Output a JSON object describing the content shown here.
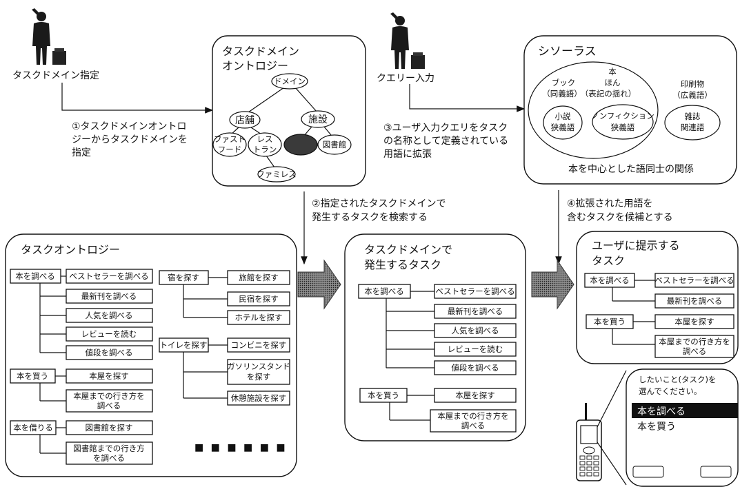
{
  "user1": {
    "label": "タスクドメイン指定"
  },
  "user2": {
    "label": "クエリー入力"
  },
  "steps": {
    "s1": [
      "①タスクドメインオントロ",
      "ジーからタスクドメインを",
      "指定"
    ],
    "s2": [
      "②指定されたタスクドメインで",
      "発生するタスクを検索する"
    ],
    "s3": [
      "③ユーザ入力クエリをタスク",
      "の名称として定義されている",
      "用語に拡張"
    ],
    "s4": [
      "④拡張された用語を",
      "含むタスクを候補とする"
    ]
  },
  "domain_ontology": {
    "title": [
      "タスクドメイン",
      "オントロジー"
    ],
    "nodes": {
      "root": "ドメイン",
      "store": "店舗",
      "facility": "施設",
      "fastfood": [
        "ファスト",
        "フード"
      ],
      "restaurant": [
        "レス",
        "トラン"
      ],
      "library": "図書館",
      "family": "ファミレス"
    }
  },
  "thesaurus": {
    "title": "シソーラス",
    "book": [
      "本",
      "ほん",
      "（表記の揺れ）"
    ],
    "bukku": [
      "ブック",
      "（同義語）"
    ],
    "novel": [
      "小説",
      "狭義語"
    ],
    "nonfiction": [
      "ノンフィクション",
      "狭義語"
    ],
    "print": [
      "印刷物",
      "（広義語）"
    ],
    "magazine": [
      "雑誌",
      "関連語"
    ],
    "caption": "本を中心とした語同士の関係"
  },
  "task_ontology": {
    "title": "タスクオントロジー",
    "g1_parent": "本を調べる",
    "g1": [
      "ベストセラーを調べる",
      "最新刊を調べる",
      "人気を調べる",
      "レビューを読む",
      "値段を調べる"
    ],
    "g2_parent": "本を買う",
    "g2": [
      "本屋を探す",
      [
        "本屋までの行き方を",
        "調べる"
      ]
    ],
    "g3_parent": "本を借りる",
    "g3": [
      "図書館を探す",
      [
        "図書館までの行き方",
        "を調べる"
      ]
    ],
    "g4_parent": "宿を探す",
    "g4": [
      "旅館を探す",
      "民宿を探す",
      "ホテルを探す"
    ],
    "g5_parent": "トイレを探す",
    "g5": [
      "コンビニを探す",
      [
        "ガソリンスタンド",
        "を探す"
      ],
      "休憩施設を探す"
    ],
    "ellipsis": "■ ■ ■ ■ ■ ■"
  },
  "domain_tasks": {
    "title": [
      "タスクドメインで",
      "発生するタスク"
    ],
    "g1_parent": "本を調べる",
    "g1": [
      "ベストセラーを調べる",
      "最新刊を調べる",
      "人気を調べる",
      "レビューを読む",
      "値段を調べる"
    ],
    "g2_parent": "本を買う",
    "g2": [
      "本屋を探す",
      [
        "本屋までの行き方を",
        "調べる"
      ]
    ]
  },
  "user_tasks": {
    "title": [
      "ユーザに提示する",
      "タスク"
    ],
    "g1_parent": "本を調べる",
    "g1": [
      "ベストセラーを調べる",
      "最新刊を調べる"
    ],
    "g2_parent": "本を買う",
    "g2": [
      "本屋を探す",
      [
        "本屋までの行き方を",
        "調べる"
      ]
    ]
  },
  "phone_screen": {
    "prompt": [
      "したいこと(タスク)を",
      "選んでください。"
    ],
    "options": [
      "本を調べる",
      "本を買う"
    ],
    "selected_index": 0
  }
}
